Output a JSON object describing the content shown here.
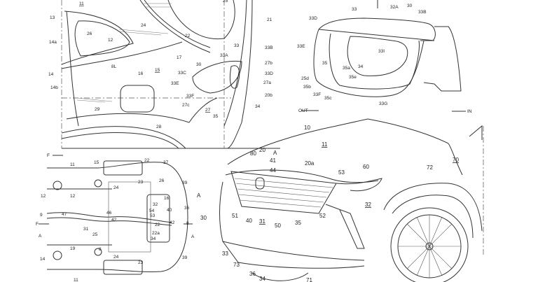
{
  "figures": {
    "rear_side_view": {
      "labels": [
        "11",
        "13",
        "14a",
        "26",
        "12",
        "24",
        "22",
        "21",
        "33",
        "33B",
        "17",
        "33A",
        "8L",
        "15",
        "30",
        "27b",
        "14",
        "16",
        "33C",
        "33D",
        "14b",
        "33E",
        "27a",
        "33F",
        "20b",
        "27c",
        "27",
        "35",
        "34",
        "29",
        "28",
        "25"
      ]
    },
    "lamp_unit_view": {
      "labels": [
        "33",
        "32A",
        "30",
        "33B",
        "33D",
        "33E",
        "33I",
        "35",
        "35a",
        "34",
        "25d",
        "35e",
        "35b",
        "33F",
        "35c",
        "33G",
        "OUT",
        "IN"
      ]
    },
    "underbody_view": {
      "labels": [
        "F",
        "11",
        "15",
        "22",
        "37",
        "12",
        "12",
        "24",
        "23",
        "26",
        "39",
        "9",
        "47",
        "46",
        "42",
        "54",
        "53",
        "42",
        "22",
        "22a",
        "34",
        "40",
        "32",
        "16",
        "36",
        "F",
        "A",
        "A",
        "8",
        "19",
        "14",
        "24",
        "23",
        "39",
        "11",
        "8",
        "25",
        "31"
      ]
    },
    "front_perspective_view": {
      "labels": [
        "10",
        "11",
        "20",
        "80",
        "A",
        "41",
        "20a",
        "44",
        "53",
        "60",
        "72",
        "70",
        "A",
        "32",
        "30",
        "51",
        "40",
        "31",
        "52",
        "50",
        "35",
        "33",
        "73",
        "36",
        "34",
        "71"
      ]
    }
  }
}
